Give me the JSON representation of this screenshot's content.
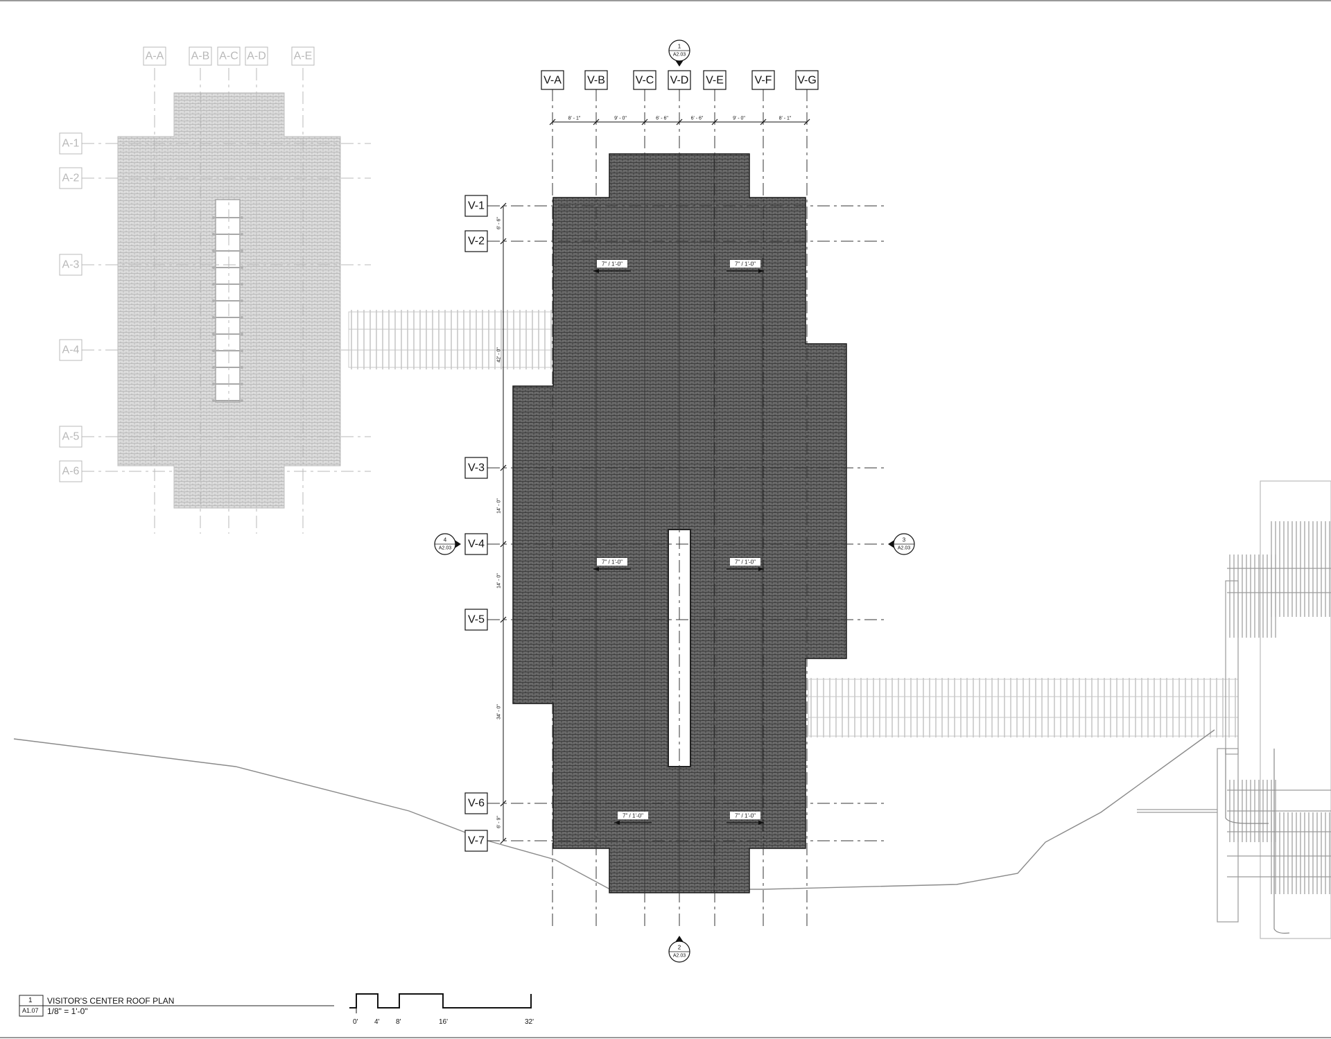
{
  "plan": {
    "aux_grid_cols": [
      "A-A",
      "A-B",
      "A-C",
      "A-D",
      "A-E"
    ],
    "aux_grid_rows": [
      "A-1",
      "A-2",
      "A-3",
      "A-4",
      "A-5",
      "A-6"
    ],
    "grid_cols": [
      "V-A",
      "V-B",
      "V-C",
      "V-D",
      "V-E",
      "V-F",
      "V-G"
    ],
    "grid_rows": [
      "V-1",
      "V-2",
      "V-3",
      "V-4",
      "V-5",
      "V-6",
      "V-7"
    ],
    "col_dims": [
      "8' - 1\"",
      "9' - 0\"",
      "6' - 6\"",
      "6' - 6\"",
      "9' - 0\"",
      "8' - 1\""
    ],
    "row_dims": [
      "6' - 6\"",
      "42' - 0\"",
      "14' - 0\"",
      "14' - 0\"",
      "34' - 0\"",
      "6' - 9\""
    ],
    "slopes": [
      "7\" / 1'-0\"",
      "7\" / 1'-0\"",
      "7\" / 1'-0\"",
      "7\" / 1'-0\"",
      "7\" / 1'-0\"",
      "7\" / 1'-0\""
    ],
    "section_markers": [
      {
        "num": "1",
        "sheet": "A2.03"
      },
      {
        "num": "2",
        "sheet": "A2.03"
      },
      {
        "num": "3",
        "sheet": "A2.03"
      },
      {
        "num": "4",
        "sheet": "A2.03"
      }
    ]
  },
  "title_block": {
    "number": "1",
    "sheet": "A1.07",
    "title": "VISITOR'S CENTER ROOF PLAN",
    "scale": "1/8\" = 1'-0\""
  },
  "scale_bar": {
    "labels": [
      "0'",
      "4'",
      "8'",
      "16'",
      "32'"
    ]
  },
  "colors": {
    "ink": "#111111",
    "faded": "#b8b8b8",
    "roof_dark": "#5c5c5c",
    "roof_light": "#cfcfcf"
  }
}
